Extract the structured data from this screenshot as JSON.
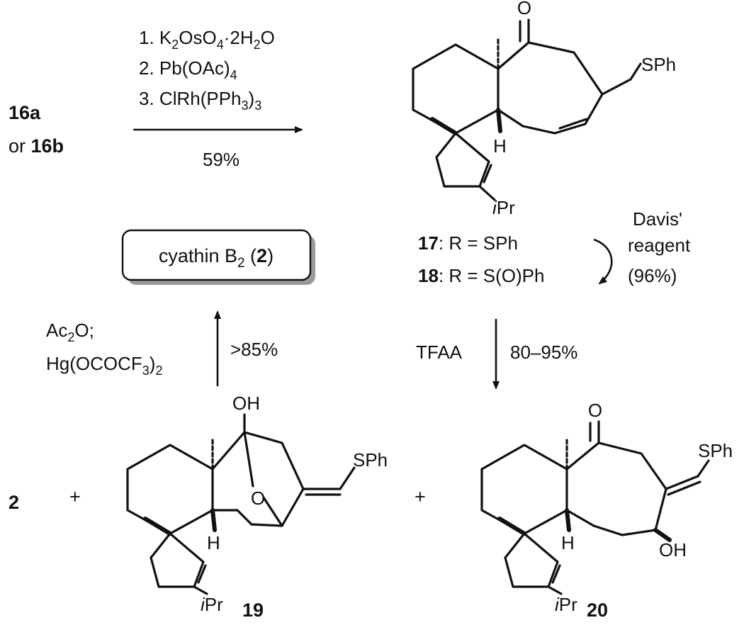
{
  "scheme": {
    "start": {
      "line1": "16a",
      "line2_prefix": "or ",
      "line2_bold": "16b"
    },
    "step1": {
      "conditions": [
        {
          "num": "1. ",
          "parts": [
            {
              "t": "K"
            },
            {
              "t": "2",
              "sub": true
            },
            {
              "t": "OsO"
            },
            {
              "t": "4",
              "sub": true
            },
            {
              "t": "·2H"
            },
            {
              "t": "2",
              "sub": true
            },
            {
              "t": "O"
            }
          ]
        },
        {
          "num": "2. ",
          "parts": [
            {
              "t": "Pb(OAc)"
            },
            {
              "t": "4",
              "sub": true
            }
          ]
        },
        {
          "num": "3. ",
          "parts": [
            {
              "t": "ClRh(PPh"
            },
            {
              "t": "3",
              "sub": true
            },
            {
              "t": ")"
            },
            {
              "t": "3",
              "sub": true
            }
          ]
        }
      ],
      "yield": "59%"
    },
    "step2": {
      "reagent_line1": "Davis'",
      "reagent_line2": "reagent",
      "yield": "(96%)"
    },
    "compound_labels": {
      "c17_num": "17",
      "c17_text": ": R = SPh",
      "c18_num": "18",
      "c18_text": ": R = S(O)Ph"
    },
    "step3": {
      "reagent": "TFAA",
      "yield": "80–95%"
    },
    "step4": {
      "reagent_line1_main": "Ac",
      "reagent_line1_sub": "2",
      "reagent_line1_end": "O;",
      "reagent_line2_main": "Hg(OCOCF",
      "reagent_line2_sub1": "3",
      "reagent_line2_mid": ")",
      "reagent_line2_sub2": "2",
      "yield": ">85%"
    },
    "target_box": {
      "name_main": "cyathin B",
      "name_sub": "2",
      "name_open": " (",
      "name_num": "2",
      "name_close": ")"
    },
    "products": {
      "p2": "2",
      "plus1": "+",
      "plus2": "+",
      "p19": "19",
      "p20": "20"
    },
    "atom_labels": {
      "O_ketone": "O",
      "SPh": "SPh",
      "H": "H",
      "iPr_i": "i",
      "iPr_Pr": "Pr",
      "OH": "OH",
      "O_bridge": "O"
    }
  }
}
